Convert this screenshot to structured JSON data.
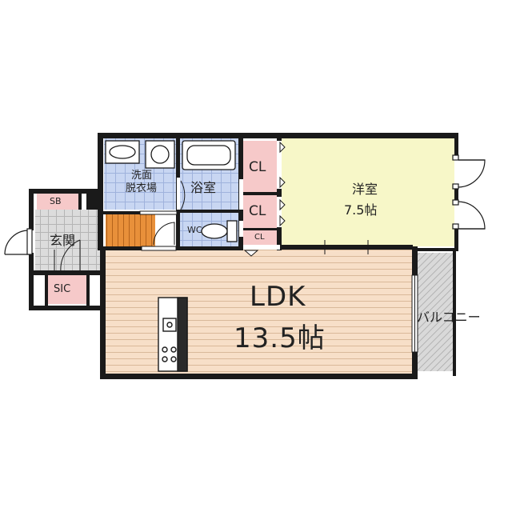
{
  "rooms": {
    "ldk": {
      "name": "LDK",
      "size": "13.5帖"
    },
    "western": {
      "name": "洋室",
      "size": "7.5帖"
    },
    "bath": {
      "name": "浴室"
    },
    "washroom": {
      "line1": "洗面",
      "line2": "脱衣場"
    },
    "wc": {
      "name": "WC"
    },
    "entrance": {
      "name": "玄関"
    },
    "sb": {
      "name": "SB"
    },
    "sic": {
      "name": "SIC"
    },
    "closet_upper": {
      "name": "CL"
    },
    "closet_lower": {
      "name": "CL"
    },
    "closet_small": {
      "name": "CL"
    },
    "balcony": {
      "name": "バルコニー"
    }
  },
  "colors": {
    "wall": "#1a1a1a",
    "ldk_floor": "#f7dfc8",
    "western_floor": "#f7f7c8",
    "closet_fill": "#f6c9c9",
    "wet_area_fill": "#c8d6f2",
    "stair_fill": "#e8903a",
    "entrance_fill": "#d8d8d8",
    "balcony_fill": "#d6d6d6"
  }
}
